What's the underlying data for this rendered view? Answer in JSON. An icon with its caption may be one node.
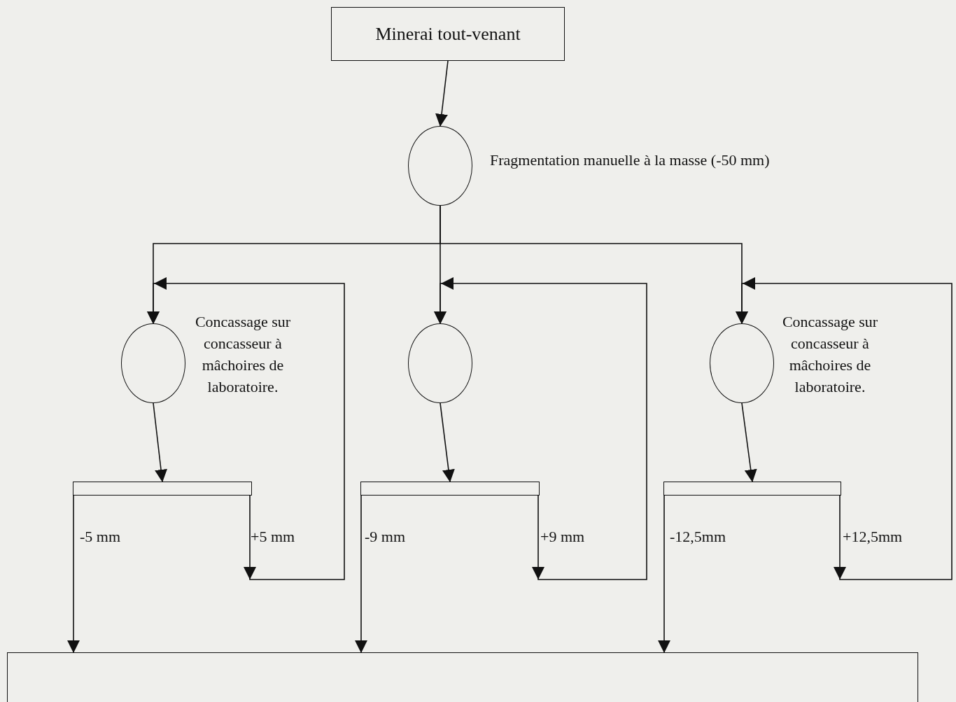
{
  "diagram": {
    "nodes": [
      {
        "text": [
          "Minerai tout-venant"
        ]
      },
      {
        "text": [],
        "shape": "circle",
        "beside": [
          "Fragmentation manuelle à la masse (-50 mm)"
        ]
      },
      {
        "text": [],
        "shape": "circle",
        "beside": [
          "Concassage sur concasseur à mâchoires de laboratoire."
        ]
      },
      {
        "text": [],
        "shape": "circle"
      },
      {
        "text": [],
        "shape": "circle",
        "beside": [
          "Concassage sur concasseur à mâchoires de laboratoire."
        ]
      },
      {
        "text": [],
        "shape": "bar"
      },
      {
        "text": [],
        "shape": "bar"
      },
      {
        "text": [],
        "shape": "bar"
      },
      {
        "text": [],
        "shape": "box"
      }
    ],
    "edges": [
      {
        "from": 0,
        "to": 1,
        "arrow": "to"
      },
      {
        "from": 1,
        "to": 2,
        "arrow": "to"
      },
      {
        "from": 1,
        "to": 3,
        "arrow": "to"
      },
      {
        "from": 1,
        "to": 4,
        "arrow": "to"
      },
      {
        "from": 2,
        "to": 5,
        "arrow": "to"
      },
      {
        "from": 3,
        "to": 6,
        "arrow": "to"
      },
      {
        "from": 4,
        "to": 7,
        "arrow": "to"
      },
      {
        "from": 5,
        "to": 2,
        "arrow": "to",
        "label": "+5 mm"
      },
      {
        "from": 6,
        "to": 3,
        "arrow": "to",
        "label": "+9 mm"
      },
      {
        "from": 7,
        "to": 4,
        "arrow": "to",
        "label": "+12,5mm"
      },
      {
        "from": 5,
        "to": 8,
        "arrow": "to",
        "label": "-5 mm"
      },
      {
        "from": 6,
        "to": 8,
        "arrow": "to",
        "label": "-9 mm"
      },
      {
        "from": 7,
        "to": 8,
        "arrow": "to",
        "label": "-12,5mm"
      }
    ]
  }
}
